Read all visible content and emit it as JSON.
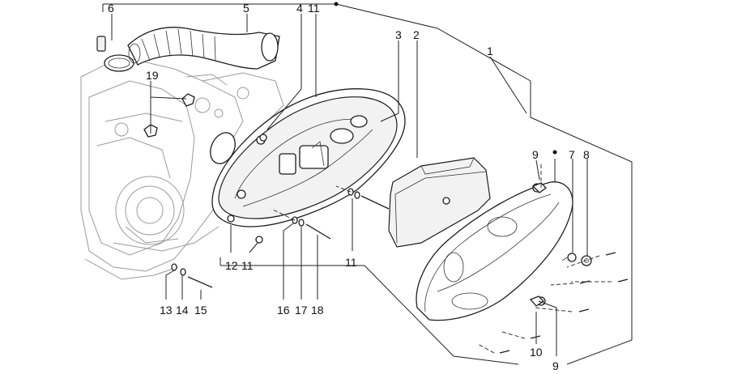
{
  "callouts": [
    {
      "id": "c1",
      "text": "1"
    },
    {
      "id": "c2",
      "text": "2"
    },
    {
      "id": "c3",
      "text": "3"
    },
    {
      "id": "c4",
      "text": "4"
    },
    {
      "id": "c5",
      "text": "5"
    },
    {
      "id": "c6",
      "text": "6"
    },
    {
      "id": "c7",
      "text": "7"
    },
    {
      "id": "c8",
      "text": "8"
    },
    {
      "id": "c9a",
      "text": "9"
    },
    {
      "id": "c9b",
      "text": "9"
    },
    {
      "id": "c10",
      "text": "10"
    },
    {
      "id": "c11a",
      "text": "11"
    },
    {
      "id": "c11b",
      "text": "11"
    },
    {
      "id": "c11c",
      "text": "11"
    },
    {
      "id": "c12",
      "text": "12"
    },
    {
      "id": "c13",
      "text": "13"
    },
    {
      "id": "c14",
      "text": "14"
    },
    {
      "id": "c15",
      "text": "15"
    },
    {
      "id": "c16",
      "text": "16"
    },
    {
      "id": "c17",
      "text": "17"
    },
    {
      "id": "c18",
      "text": "18"
    },
    {
      "id": "c19",
      "text": "19"
    }
  ]
}
